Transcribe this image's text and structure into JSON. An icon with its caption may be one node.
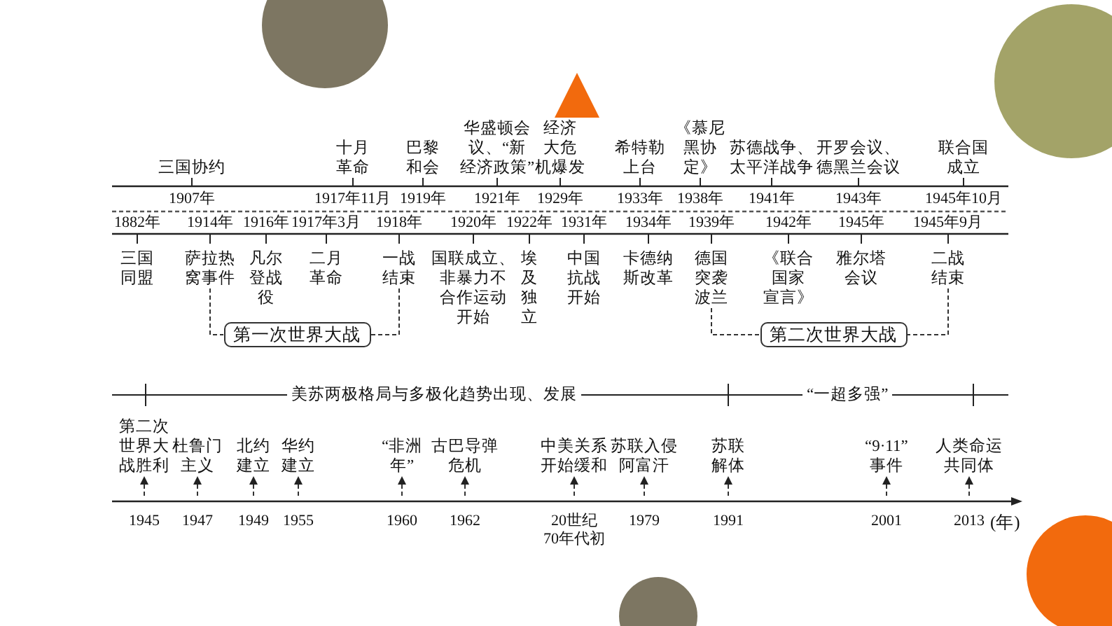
{
  "diagram": {
    "nodes": [
      {
        "text": [
          "三国协约"
        ],
        "beside": [
          "1907年"
        ]
      },
      {
        "text": [
          "十月革命"
        ],
        "beside": [
          "1917年11月"
        ]
      },
      {
        "text": [
          "巴黎和会"
        ],
        "beside": [
          "1919年"
        ]
      },
      {
        "text": [
          "华盛顿会议、“新经济政策”"
        ],
        "beside": [
          "1921年"
        ]
      },
      {
        "text": [
          "经济大危机爆发"
        ],
        "beside": [
          "1929年"
        ]
      },
      {
        "text": [
          "希特勒上台"
        ],
        "beside": [
          "1933年"
        ]
      },
      {
        "text": [
          "《慕尼黑协定》"
        ],
        "beside": [
          "1938年"
        ]
      },
      {
        "text": [
          "苏德战争、太平洋战争"
        ],
        "beside": [
          "1941年"
        ]
      },
      {
        "text": [
          "开罗会议、德黑兰会议"
        ],
        "beside": [
          "1943年"
        ]
      },
      {
        "text": [
          "联合国成立"
        ],
        "beside": [
          "1945年10月"
        ]
      },
      {
        "text": [
          "三国同盟"
        ],
        "beside": [
          "1882年"
        ]
      },
      {
        "text": [
          "萨拉热窝事件"
        ],
        "beside": [
          "1914年"
        ]
      },
      {
        "text": [
          "凡尔登战役"
        ],
        "beside": [
          "1916年"
        ]
      },
      {
        "text": [
          "二月革命"
        ],
        "beside": [
          "1917年3月"
        ]
      },
      {
        "text": [
          "一战结束"
        ],
        "beside": [
          "1918年"
        ]
      },
      {
        "text": [
          "国联成立、非暴力不合作运动开始"
        ],
        "beside": [
          "1920年"
        ]
      },
      {
        "text": [
          "埃及独立"
        ],
        "beside": [
          "1922年"
        ]
      },
      {
        "text": [
          "中国抗战开始"
        ],
        "beside": [
          "1931年"
        ]
      },
      {
        "text": [
          "卡德纳斯改革"
        ],
        "beside": [
          "1934年"
        ]
      },
      {
        "text": [
          "德国突袭波兰"
        ],
        "beside": [
          "1939年"
        ]
      },
      {
        "text": [
          "《联合国家宣言》"
        ],
        "beside": [
          "1942年"
        ]
      },
      {
        "text": [
          "雅尔塔会议"
        ],
        "beside": [
          "1945年"
        ]
      },
      {
        "text": [
          "二战结束"
        ],
        "beside": [
          "1945年9月"
        ]
      },
      {
        "text": [
          "第一次世界大战"
        ]
      },
      {
        "text": [
          "第二次世界大战"
        ]
      },
      {
        "text": [
          "第二次世界大战胜利"
        ],
        "beside": [
          "1945"
        ]
      },
      {
        "text": [
          "杜鲁门主义"
        ],
        "beside": [
          "1947"
        ]
      },
      {
        "text": [
          "北约建立"
        ],
        "beside": [
          "1949"
        ]
      },
      {
        "text": [
          "华约建立"
        ],
        "beside": [
          "1955"
        ]
      },
      {
        "text": [
          "“非洲年”"
        ],
        "beside": [
          "1960"
        ]
      },
      {
        "text": [
          "古巴导弹危机"
        ],
        "beside": [
          "1962"
        ]
      },
      {
        "text": [
          "中美关系开始缓和"
        ],
        "beside": [
          "20世纪70年代初"
        ]
      },
      {
        "text": [
          "苏联入侵阿富汗"
        ],
        "beside": [
          "1979"
        ]
      },
      {
        "text": [
          "苏联解体"
        ],
        "beside": [
          "1991"
        ]
      },
      {
        "text": [
          "“9·11”事件"
        ],
        "beside": [
          "2001"
        ]
      },
      {
        "text": [
          "人类命运共同体"
        ],
        "beside": [
          "2013"
        ]
      }
    ],
    "edges": [
      {
        "from": 11,
        "to": 23,
        "arrow": "none",
        "style": "dashed"
      },
      {
        "from": 14,
        "to": 23,
        "arrow": "none",
        "style": "dashed"
      },
      {
        "from": 19,
        "to": 24,
        "arrow": "none",
        "style": "dashed"
      },
      {
        "from": 22,
        "to": 24,
        "arrow": "none",
        "style": "dashed"
      },
      {
        "from": null,
        "to": 25,
        "arrow": "to",
        "style": "dashed"
      },
      {
        "from": null,
        "to": 26,
        "arrow": "to",
        "style": "dashed"
      },
      {
        "from": null,
        "to": 27,
        "arrow": "to",
        "style": "dashed"
      },
      {
        "from": null,
        "to": 28,
        "arrow": "to",
        "style": "dashed"
      },
      {
        "from": null,
        "to": 29,
        "arrow": "to",
        "style": "dashed"
      },
      {
        "from": null,
        "to": 30,
        "arrow": "to",
        "style": "dashed"
      },
      {
        "from": null,
        "to": 31,
        "arrow": "to",
        "style": "dashed"
      },
      {
        "from": null,
        "to": 32,
        "arrow": "to",
        "style": "dashed"
      },
      {
        "from": null,
        "to": 33,
        "arrow": "to",
        "style": "dashed"
      },
      {
        "from": null,
        "to": 34,
        "arrow": "to",
        "style": "dashed"
      },
      {
        "from": null,
        "to": 35,
        "arrow": "to",
        "style": "dashed"
      }
    ],
    "labels": [
      "美苏两极格局与多极化趋势出现、发展",
      "“一超多强”",
      "(年)"
    ]
  }
}
